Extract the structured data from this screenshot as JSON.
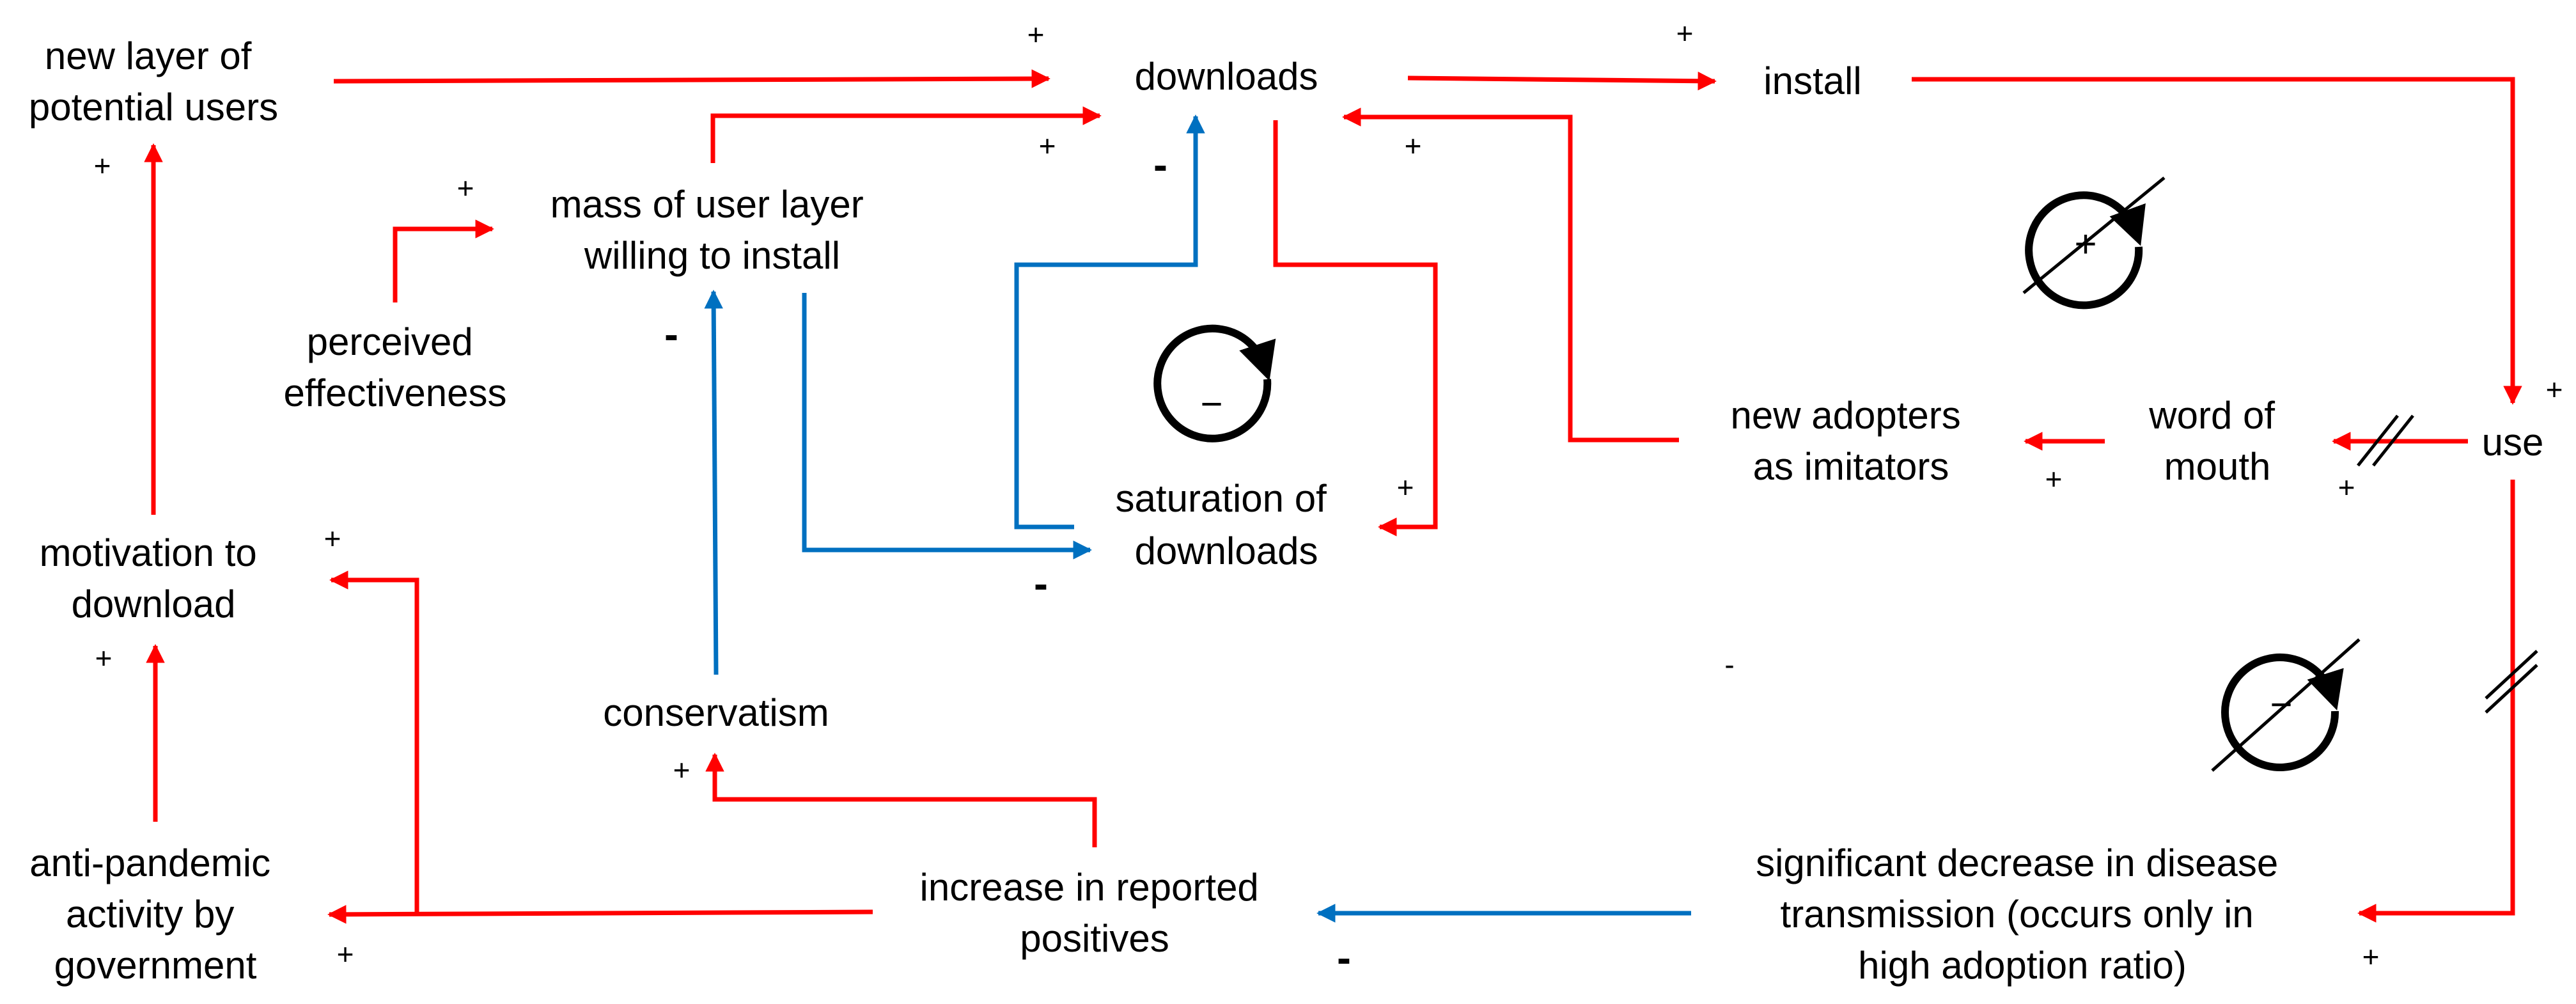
{
  "nodes": {
    "new_layer": {
      "lines": [
        "new layer of",
        "potential users"
      ]
    },
    "downloads": {
      "lines": [
        "downloads"
      ]
    },
    "install": {
      "lines": [
        "install"
      ]
    },
    "mass_layer": {
      "lines": [
        "mass of user layer",
        "willing to install"
      ]
    },
    "perceived": {
      "lines": [
        "perceived",
        "effectiveness"
      ]
    },
    "saturation": {
      "lines": [
        "saturation of",
        "downloads"
      ]
    },
    "new_adopters": {
      "lines": [
        "new adopters",
        "as imitators"
      ]
    },
    "word_of_mouth": {
      "lines": [
        "word of",
        "mouth"
      ]
    },
    "use": {
      "lines": [
        "use"
      ]
    },
    "motivation": {
      "lines": [
        "motivation to",
        "download"
      ]
    },
    "conservatism": {
      "lines": [
        "conservatism"
      ]
    },
    "anti_pandemic": {
      "lines": [
        "anti-pandemic",
        "activity by",
        "government"
      ]
    },
    "increase_positives": {
      "lines": [
        "increase in reported",
        "positives"
      ]
    },
    "significant_decrease": {
      "lines": [
        "significant decrease in disease",
        "transmission (occurs only in",
        "high adoption ratio)"
      ]
    }
  },
  "polarity": {
    "plus": "+",
    "minus": "-"
  },
  "loops": {
    "balancing_top": "−",
    "reinforcing_right": "+",
    "balancing_right": "−"
  },
  "colors": {
    "positive_link": "#ff0000",
    "negative_link": "#0070c0",
    "text": "#000000"
  }
}
